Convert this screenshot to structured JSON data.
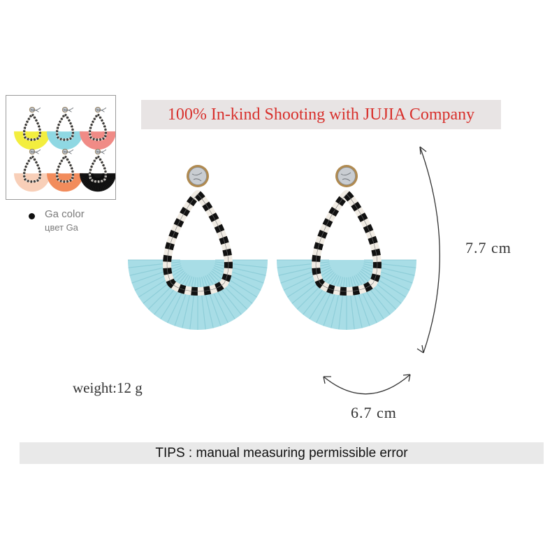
{
  "banner": {
    "text": "100% In-kind Shooting with JUJIA Company"
  },
  "legend": {
    "color_label": "Ga color",
    "color_label_ru": "цвет Ga"
  },
  "measurements": {
    "height": "7.7 cm",
    "width": "6.7 cm",
    "weight": "weight:12 g"
  },
  "tips": {
    "text": "TIPS : manual measuring permissible error"
  },
  "product": {
    "tassel_color": "#a8dde6",
    "tassel_dark": "#7ec4d0",
    "stud_color": "#c9cdd2",
    "hoop_black": "#111111",
    "hoop_white": "#f1ece4"
  },
  "variants": [
    {
      "icon": "yellow-tassel-earring-icon",
      "color": "#f3ee3f"
    },
    {
      "icon": "blue-tassel-earring-icon",
      "color": "#8fd8e3"
    },
    {
      "icon": "pink-tassel-earring-icon",
      "color": "#f08b86"
    },
    {
      "icon": "peach-tassel-earring-icon",
      "color": "#f8cfb8"
    },
    {
      "icon": "multicolor-tassel-earring-icon",
      "color": "#f28c5c"
    },
    {
      "icon": "black-tassel-earring-icon",
      "color": "#151515"
    }
  ]
}
